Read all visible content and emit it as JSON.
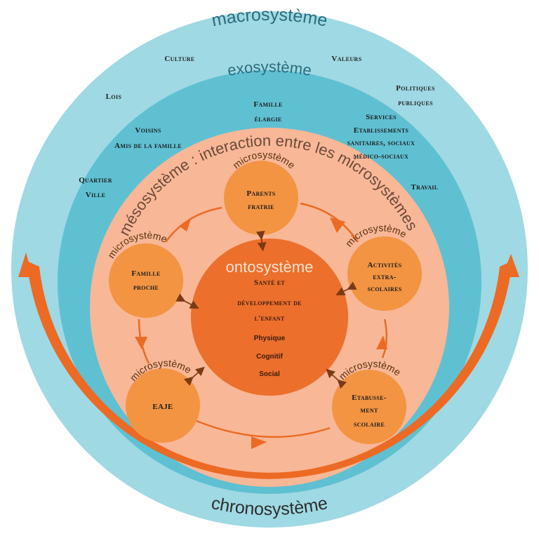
{
  "macro": {
    "title": "macrosystème",
    "items": [
      "Culture",
      "Valeurs",
      "Lois",
      "Politiques",
      "publiques"
    ]
  },
  "exo": {
    "title": "exosystème",
    "items": [
      "Famille",
      "élargie",
      "Voisins",
      "Amis de la famille",
      "Quartier",
      "Ville",
      "Services",
      "Etablissements",
      "sanitaires, sociaux",
      "médico-sociaux",
      "Travail"
    ]
  },
  "meso": {
    "title": "mésosystème : interaction entre les microsystèmes"
  },
  "micro": {
    "label": "microsystème",
    "parents": [
      "Parents",
      "fratrie"
    ],
    "famille": [
      "Famille",
      "proche"
    ],
    "activites": [
      "Activités",
      "extra-",
      "scolaires"
    ],
    "eaje": [
      "EAJE"
    ],
    "etab": [
      "Etabusse-",
      "ment",
      "scolaire"
    ]
  },
  "onto": {
    "title": "ontosystème",
    "lines": [
      "Santé et",
      "développement de",
      "l'enfant"
    ],
    "subs": [
      "Physique",
      "Cognitif",
      "Social"
    ]
  },
  "chrono": {
    "title": "chronosystème"
  },
  "colors": {
    "macro": "#9fd9e3",
    "exo": "#5fc0d2",
    "meso": "#f8b796",
    "micro": "#f39443",
    "onto": "#ec6f2c",
    "chrono": "#ec6a23"
  }
}
